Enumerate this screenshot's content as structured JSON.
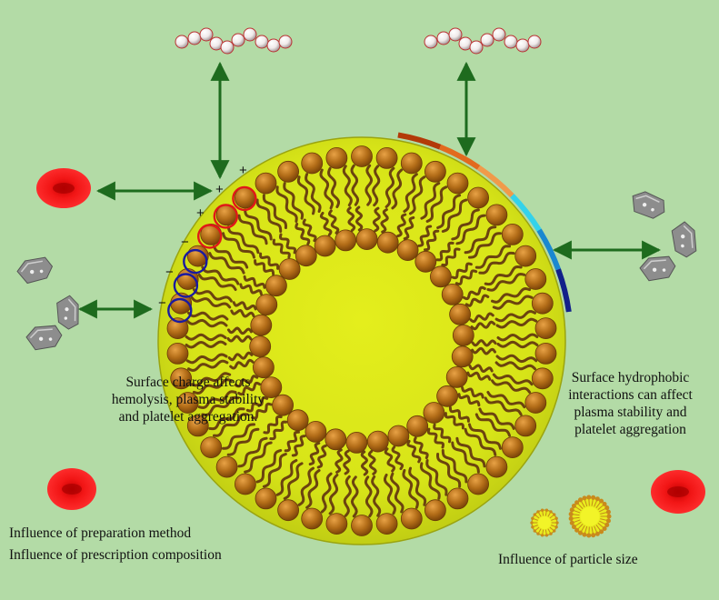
{
  "captions": {
    "surface_charge": "Surface charge affects\nhemolysis, plasma stability\nand platelet aggregation.",
    "hydrophobic": "Surface hydrophobic\ninteractions can affect\nplasma stability and\nplatelet aggregation",
    "preparation_method": "Influence of preparation method",
    "prescription_composition": "Influence of prescription composition",
    "particle_size": "Influence of particle size"
  },
  "charges": {
    "positive": [
      "+",
      "+",
      "+"
    ],
    "negative": [
      "−",
      "−",
      "−"
    ]
  },
  "colors": {
    "background": "#b3dba6",
    "arrow": "#1e6b1e",
    "liposome_core": "#dde81a",
    "lipid_head": "#b0701c",
    "red_blood_cell": "#ee1010",
    "positive_ring": "#e01818",
    "negative_ring": "#1a1aa0",
    "hydrophobic_arc": [
      "#b33a08",
      "#e26a1e",
      "#f09a4a",
      "#34d2ea",
      "#1a88d0",
      "#12208a"
    ]
  },
  "icons": [
    "red-blood-cell-icon",
    "platelet-icon",
    "protein-chain-icon",
    "liposome-icon"
  ]
}
